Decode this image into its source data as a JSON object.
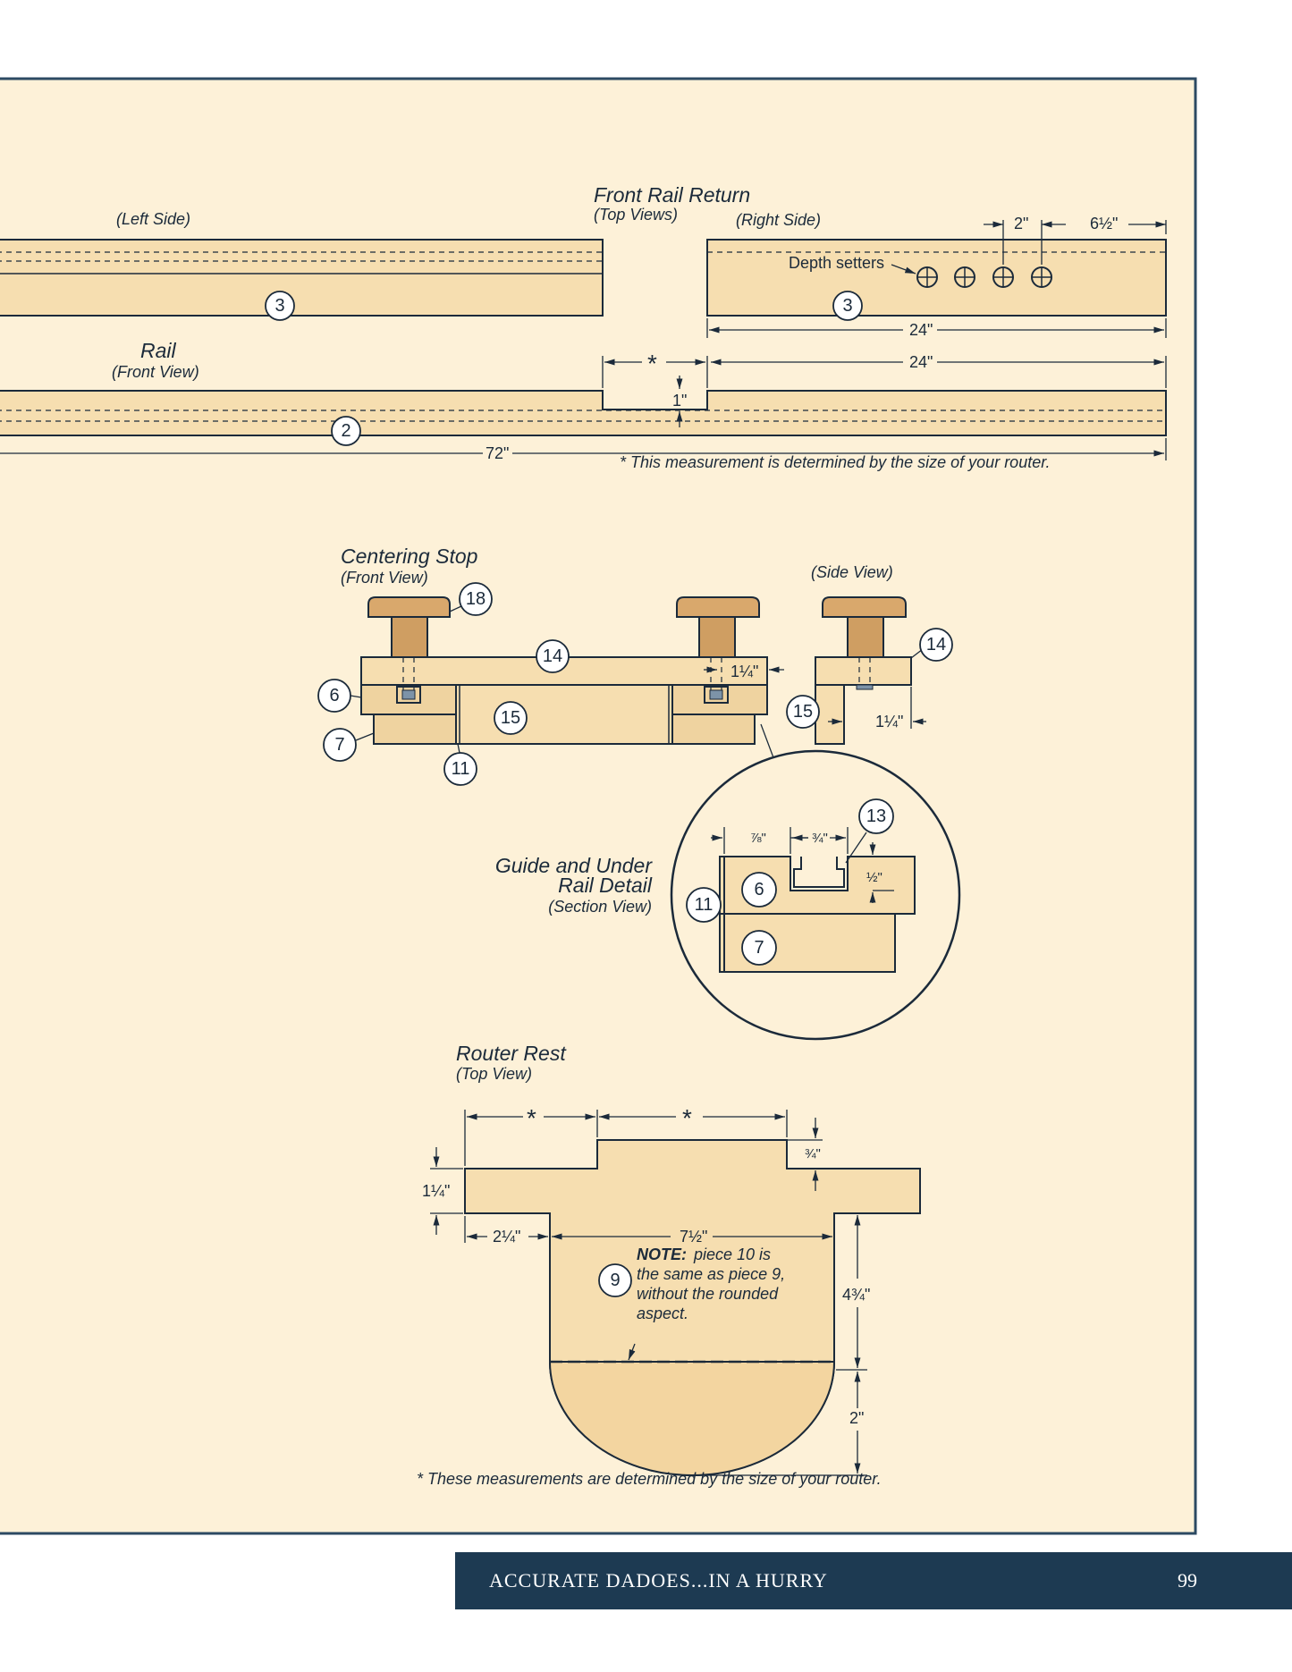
{
  "titles": {
    "front_rail_return": "Front Rail Return",
    "top_views": "(Top Views)",
    "left_side": "(Left Side)",
    "right_side": "(Right Side)",
    "rail": "Rail",
    "front_view": "(Front View)",
    "centering_stop": "Centering Stop",
    "centering_front_view": "(Front View)",
    "side_view": "(Side View)",
    "guide_detail_1": "Guide and Under",
    "guide_detail_2": "Rail Detail",
    "section_view": "(Section View)",
    "router_rest": "Router Rest",
    "router_top_view": "(Top View)"
  },
  "labels": {
    "depth_setters": "Depth setters",
    "note_bold": "NOTE:",
    "note_line1": "piece 10 is",
    "note_line2": "the same as piece 9,",
    "note_line3": "without the rounded",
    "note_line4": "aspect.",
    "footnote_rail": "* This measurement is determined by the size of your router.",
    "footnote_rest": "* These measurements are determined by the size of your router."
  },
  "dimensions": {
    "two_in": "2\"",
    "six_half": "6½\"",
    "twentyfour_a": "24\"",
    "twentyfour_b": "24\"",
    "star": "*",
    "one_in": "1\"",
    "seventytwo": "72\"",
    "one_quarter_a": "1¼\"",
    "one_quarter_b": "1¼\"",
    "seven_eighths": "⅞\"",
    "three_quarter": "¾\"",
    "half": "½\"",
    "rest_star_a": "*",
    "rest_star_b": "*",
    "rest_three_quarter": "¾\"",
    "rest_one_quarter": "1¼\"",
    "rest_two_quarter": "2¼\"",
    "rest_seven_half": "7½\"",
    "rest_four_three_quarter": "4¾\"",
    "rest_two": "2\""
  },
  "callouts": {
    "c3a": "3",
    "c3b": "3",
    "c2": "2",
    "c18": "18",
    "c14a": "14",
    "c14b": "14",
    "c6a": "6",
    "c15a": "15",
    "c15b": "15",
    "c7a": "7",
    "c11a": "11",
    "c13": "13",
    "c6b": "6",
    "c11b": "11",
    "c7b": "7",
    "c9": "9"
  },
  "footer": {
    "title": "ACCURATE DADOES...IN A HURRY",
    "page": "99"
  },
  "colors": {
    "panel_bg": "#fdf1d8",
    "panel_border": "#2c4a63",
    "wood": "#f6deb0",
    "knob": "#d9a86c",
    "footer_bg": "#1d3a52"
  }
}
